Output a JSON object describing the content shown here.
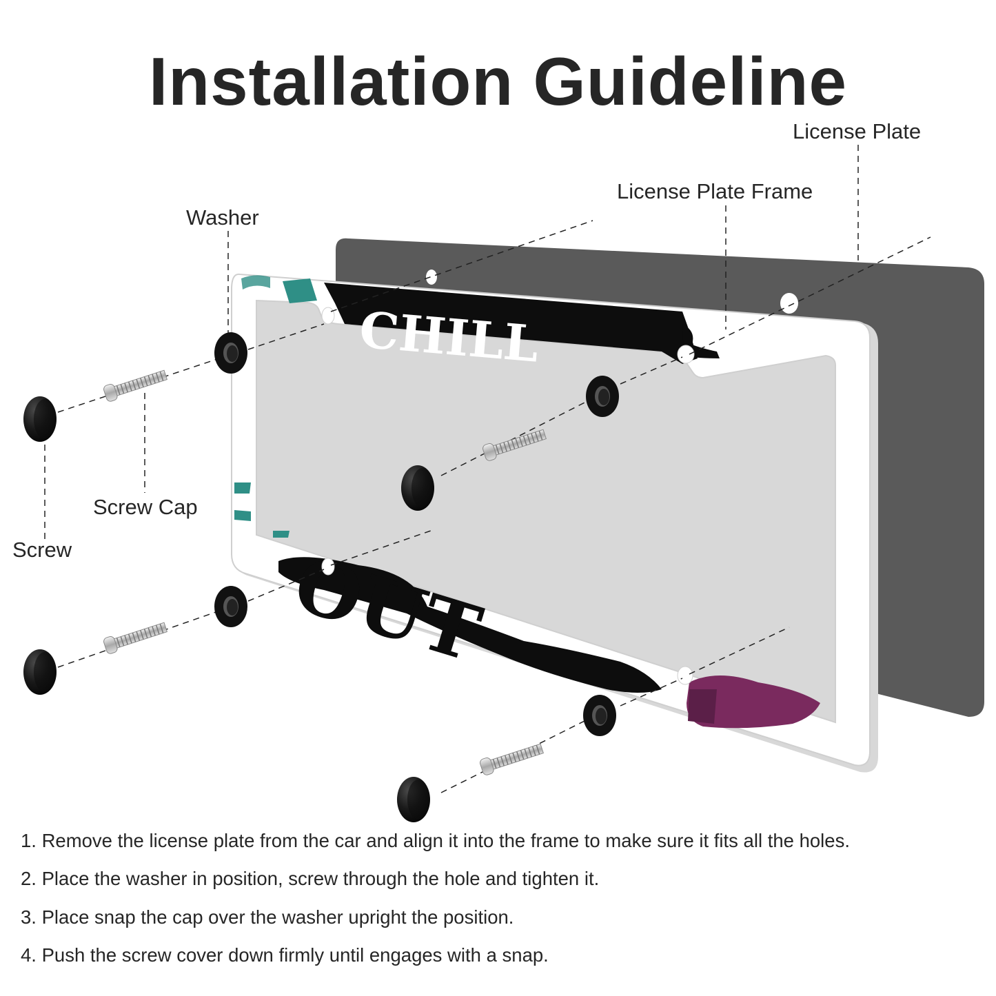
{
  "title": "Installation Guideline",
  "labels": {
    "license_plate": "License Plate",
    "license_plate_frame": "License Plate Frame",
    "washer": "Washer",
    "screw_cap": "Screw Cap",
    "screw": "Screw"
  },
  "frame_text": {
    "top": "CHILL",
    "bottom": "OUT"
  },
  "steps": [
    "1. Remove the license plate from the car and align it into the frame to make sure it fits all the holes.",
    "2. Place the washer in position, screw through the hole and tighten it.",
    "3. Place snap the cap over the washer upright the position.",
    "4. Push the screw cover down firmly until engages with a snap."
  ],
  "colors": {
    "text": "#262626",
    "plate": "#5a5a5a",
    "frame": "#ffffff",
    "cap": "#151515",
    "accent_teal": "#2f8f86",
    "accent_purple": "#7a2a5e"
  },
  "icons": [
    "screw-cap-icon",
    "screw-icon",
    "washer-icon"
  ]
}
